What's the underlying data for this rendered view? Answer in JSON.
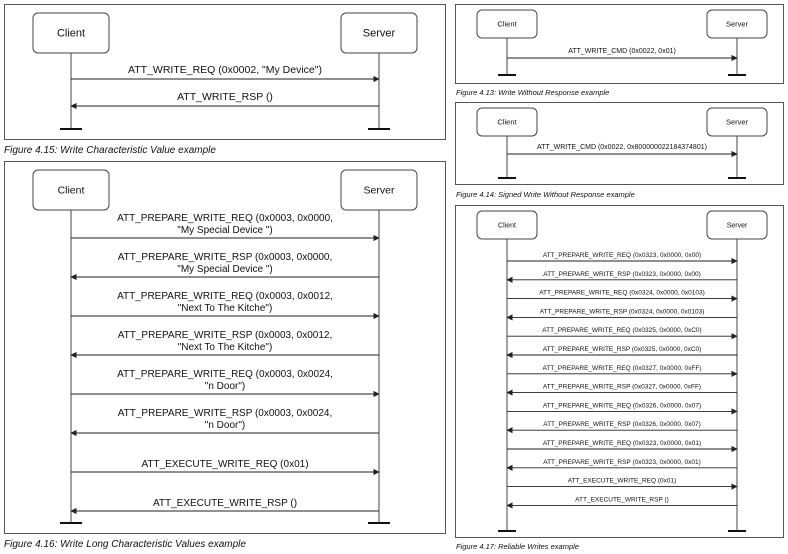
{
  "diagrams": [
    {
      "id": "fig415",
      "caption": "Figure 4.15:  Write Characteristic Value example",
      "client": "Client",
      "server": "Server",
      "messages": [
        {
          "dir": "right",
          "lines": [
            "ATT_WRITE_REQ (0x0002, \"My Device\")"
          ]
        },
        {
          "dir": "left",
          "lines": [
            "ATT_WRITE_RSP ()"
          ]
        }
      ]
    },
    {
      "id": "fig416",
      "caption": "Figure 4.16:  Write Long Characteristic Values example",
      "client": "Client",
      "server": "Server",
      "messages": [
        {
          "dir": "right",
          "lines": [
            "ATT_PREPARE_WRITE_REQ (0x0003, 0x0000,",
            "\"My Special Device \")"
          ]
        },
        {
          "dir": "left",
          "lines": [
            "ATT_PREPARE_WRITE_RSP (0x0003, 0x0000,",
            "\"My Special Device \")"
          ]
        },
        {
          "dir": "right",
          "lines": [
            "ATT_PREPARE_WRITE_REQ (0x0003, 0x0012,",
            "\"Next To The Kitche\")"
          ]
        },
        {
          "dir": "left",
          "lines": [
            "ATT_PREPARE_WRITE_RSP (0x0003, 0x0012,",
            "\"Next To The Kitche\")"
          ]
        },
        {
          "dir": "right",
          "lines": [
            "ATT_PREPARE_WRITE_REQ (0x0003, 0x0024,",
            "\"n Door\")"
          ]
        },
        {
          "dir": "left",
          "lines": [
            "ATT_PREPARE_WRITE_RSP (0x0003, 0x0024,",
            "\"n Door\")"
          ]
        },
        {
          "dir": "right",
          "lines": [
            "ATT_EXECUTE_WRITE_REQ (0x01)"
          ]
        },
        {
          "dir": "left",
          "lines": [
            "ATT_EXECUTE_WRITE_RSP ()"
          ]
        }
      ]
    },
    {
      "id": "fig413",
      "caption": "Figure 4.13:  Write Without Response example",
      "client": "Client",
      "server": "Server",
      "messages": [
        {
          "dir": "right",
          "lines": [
            "ATT_WRITE_CMD (0x0022, 0x01)"
          ]
        }
      ]
    },
    {
      "id": "fig414",
      "caption": "Figure 4.14:  Signed Write Without Response example",
      "client": "Client",
      "server": "Server",
      "messages": [
        {
          "dir": "right",
          "lines": [
            "ATT_WRITE_CMD (0x0022, 0x800000022184374801)"
          ]
        }
      ]
    },
    {
      "id": "fig417",
      "caption": "Figure 4.17:  Reliable Writes example",
      "client": "Client",
      "server": "Server",
      "messages": [
        {
          "dir": "right",
          "lines": [
            "ATT_PREPARE_WRITE_REQ (0x0323, 0x0000, 0x00)"
          ]
        },
        {
          "dir": "left",
          "lines": [
            "ATT_PREPARE_WRITE_RSP (0x0323, 0x0000, 0x00)"
          ]
        },
        {
          "dir": "right",
          "lines": [
            "ATT_PREPARE_WRITE_REQ (0x0324, 0x0000, 0x0103)"
          ]
        },
        {
          "dir": "left",
          "lines": [
            "ATT_PREPARE_WRITE_RSP (0x0324, 0x0000, 0x0103)"
          ]
        },
        {
          "dir": "right",
          "lines": [
            "ATT_PREPARE_WRITE_REQ (0x0325, 0x0000, 0xC0)"
          ]
        },
        {
          "dir": "left",
          "lines": [
            "ATT_PREPARE_WRITE_RSP (0x0325, 0x0000, 0xC0)"
          ]
        },
        {
          "dir": "right",
          "lines": [
            "ATT_PREPARE_WRITE_REQ (0x0327, 0x0000, 0xFF)"
          ]
        },
        {
          "dir": "left",
          "lines": [
            "ATT_PREPARE_WRITE_RSP (0x0327, 0x0000, 0xFF)"
          ]
        },
        {
          "dir": "right",
          "lines": [
            "ATT_PREPARE_WRITE_REQ (0x0326, 0x0000, 0x07)"
          ]
        },
        {
          "dir": "left",
          "lines": [
            "ATT_PREPARE_WRITE_RSP (0x0326, 0x0000, 0x07)"
          ]
        },
        {
          "dir": "right",
          "lines": [
            "ATT_PREPARE_WRITE_REQ (0x0323, 0x0000, 0x01)"
          ]
        },
        {
          "dir": "left",
          "lines": [
            "ATT_PREPARE_WRITE_RSP (0x0323, 0x0000, 0x01)"
          ]
        },
        {
          "dir": "right",
          "lines": [
            "ATT_EXECUTE_WRITE_REQ (0x01)"
          ]
        },
        {
          "dir": "left",
          "lines": [
            "ATT_EXECUTE_WRITE_RSP ()"
          ]
        }
      ]
    }
  ]
}
